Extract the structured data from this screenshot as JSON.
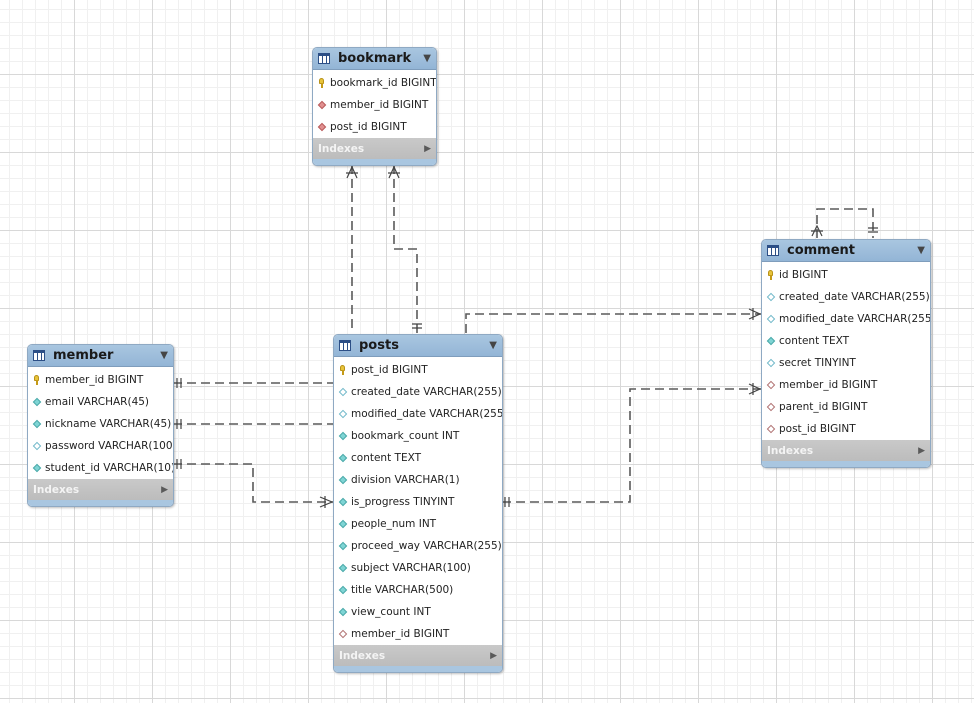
{
  "diagram": {
    "footer_label": "Indexes",
    "header_menu_glyph": "▼",
    "footer_arrow_glyph": "▶",
    "colors": {
      "header": "#a9c6e0",
      "footer": "#c2c2c2",
      "line": "#5a5a5a",
      "pk_icon": "#e8c43a",
      "column_icon": "#7fd4d4",
      "fk_icon": "#e09090"
    }
  },
  "entities": {
    "bookmark": {
      "title": "bookmark",
      "fields": [
        {
          "text": "bookmark_id BIGINT",
          "icon": "key-icon"
        },
        {
          "text": "member_id BIGINT",
          "icon": "foreign-key-icon"
        },
        {
          "text": "post_id BIGINT",
          "icon": "foreign-key-icon"
        }
      ]
    },
    "member": {
      "title": "member",
      "fields": [
        {
          "text": "member_id BIGINT",
          "icon": "key-icon"
        },
        {
          "text": "email VARCHAR(45)",
          "icon": "column-icon"
        },
        {
          "text": "nickname VARCHAR(45)",
          "icon": "column-icon"
        },
        {
          "text": "password VARCHAR(100)",
          "icon": "nullable-column-icon"
        },
        {
          "text": "student_id VARCHAR(10)",
          "icon": "column-icon"
        }
      ]
    },
    "posts": {
      "title": "posts",
      "fields": [
        {
          "text": "post_id BIGINT",
          "icon": "key-icon"
        },
        {
          "text": "created_date VARCHAR(255)",
          "icon": "nullable-column-icon"
        },
        {
          "text": "modified_date VARCHAR(255)",
          "icon": "nullable-column-icon"
        },
        {
          "text": "bookmark_count INT",
          "icon": "column-icon"
        },
        {
          "text": "content TEXT",
          "icon": "column-icon"
        },
        {
          "text": "division VARCHAR(1)",
          "icon": "column-icon"
        },
        {
          "text": "is_progress TINYINT",
          "icon": "column-icon"
        },
        {
          "text": "people_num INT",
          "icon": "column-icon"
        },
        {
          "text": "proceed_way VARCHAR(255)",
          "icon": "column-icon"
        },
        {
          "text": "subject VARCHAR(100)",
          "icon": "column-icon"
        },
        {
          "text": "title VARCHAR(500)",
          "icon": "column-icon"
        },
        {
          "text": "view_count INT",
          "icon": "column-icon"
        },
        {
          "text": "member_id BIGINT",
          "icon": "nullable-foreign-key-icon"
        }
      ]
    },
    "comment": {
      "title": "comment",
      "fields": [
        {
          "text": "id BIGINT",
          "icon": "key-icon"
        },
        {
          "text": "created_date VARCHAR(255)",
          "icon": "nullable-column-icon"
        },
        {
          "text": "modified_date VARCHAR(255)",
          "icon": "nullable-column-icon"
        },
        {
          "text": "content TEXT",
          "icon": "column-icon"
        },
        {
          "text": "secret TINYINT",
          "icon": "nullable-column-icon"
        },
        {
          "text": "member_id BIGINT",
          "icon": "nullable-foreign-key-icon"
        },
        {
          "text": "parent_id BIGINT",
          "icon": "nullable-foreign-key-icon"
        },
        {
          "text": "post_id BIGINT",
          "icon": "nullable-foreign-key-icon"
        }
      ]
    }
  },
  "relationships": [
    {
      "from": "bookmark",
      "to": "member",
      "kind": "many-to-one"
    },
    {
      "from": "bookmark",
      "to": "posts",
      "kind": "many-to-one"
    },
    {
      "from": "posts",
      "to": "member",
      "kind": "many-to-one"
    },
    {
      "from": "member",
      "to": "posts",
      "kind": "one-to-many"
    },
    {
      "from": "comment",
      "to": "posts",
      "kind": "many-to-one"
    },
    {
      "from": "comment",
      "to": "member",
      "kind": "many-to-one"
    },
    {
      "from": "comment",
      "to": "comment",
      "kind": "self-reference"
    }
  ]
}
